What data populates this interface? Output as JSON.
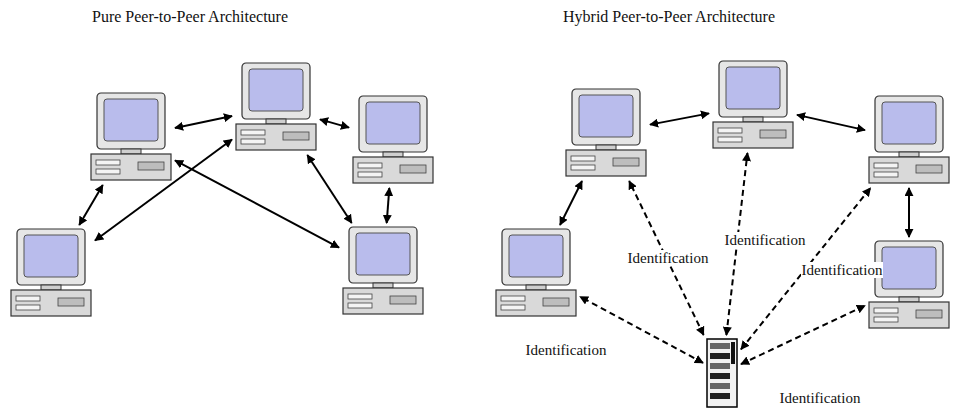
{
  "diagram": {
    "nodes": [
      {
        "text": []
      },
      {
        "text": []
      },
      {
        "text": []
      },
      {
        "text": []
      },
      {
        "text": []
      },
      {
        "text": []
      },
      {
        "text": []
      },
      {
        "text": []
      },
      {
        "text": []
      },
      {
        "text": []
      },
      {
        "text": []
      }
    ],
    "edges": [
      {
        "from": 0,
        "to": 1,
        "arrow": "both"
      },
      {
        "from": 0,
        "to": 3,
        "arrow": "both"
      },
      {
        "from": 1,
        "to": 2,
        "arrow": "both"
      },
      {
        "from": 2,
        "to": 4,
        "arrow": "both"
      },
      {
        "from": 1,
        "to": 3,
        "arrow": "both"
      },
      {
        "from": 1,
        "to": 4,
        "arrow": "both"
      },
      {
        "from": 0,
        "to": 4,
        "arrow": "both"
      },
      {
        "from": 5,
        "to": 6,
        "arrow": "both"
      },
      {
        "from": 6,
        "to": 7,
        "arrow": "both"
      },
      {
        "from": 7,
        "to": 9,
        "arrow": "both"
      },
      {
        "from": 5,
        "to": 8,
        "arrow": "both"
      },
      {
        "from": 10,
        "to": 5,
        "label": "Identification",
        "arrow": "both"
      },
      {
        "from": 10,
        "to": 6,
        "label": "Identification",
        "arrow": "both"
      },
      {
        "from": 10,
        "to": 7,
        "label": "Identification",
        "arrow": "both"
      },
      {
        "from": 10,
        "to": 8,
        "label": "Identification",
        "arrow": "both"
      },
      {
        "from": 10,
        "to": 9,
        "label": "Identification",
        "arrow": "both"
      }
    ],
    "labels": [
      "Pure Peer-to-Peer Architecture",
      "Hybrid Peer-to-Peer Architecture"
    ]
  }
}
